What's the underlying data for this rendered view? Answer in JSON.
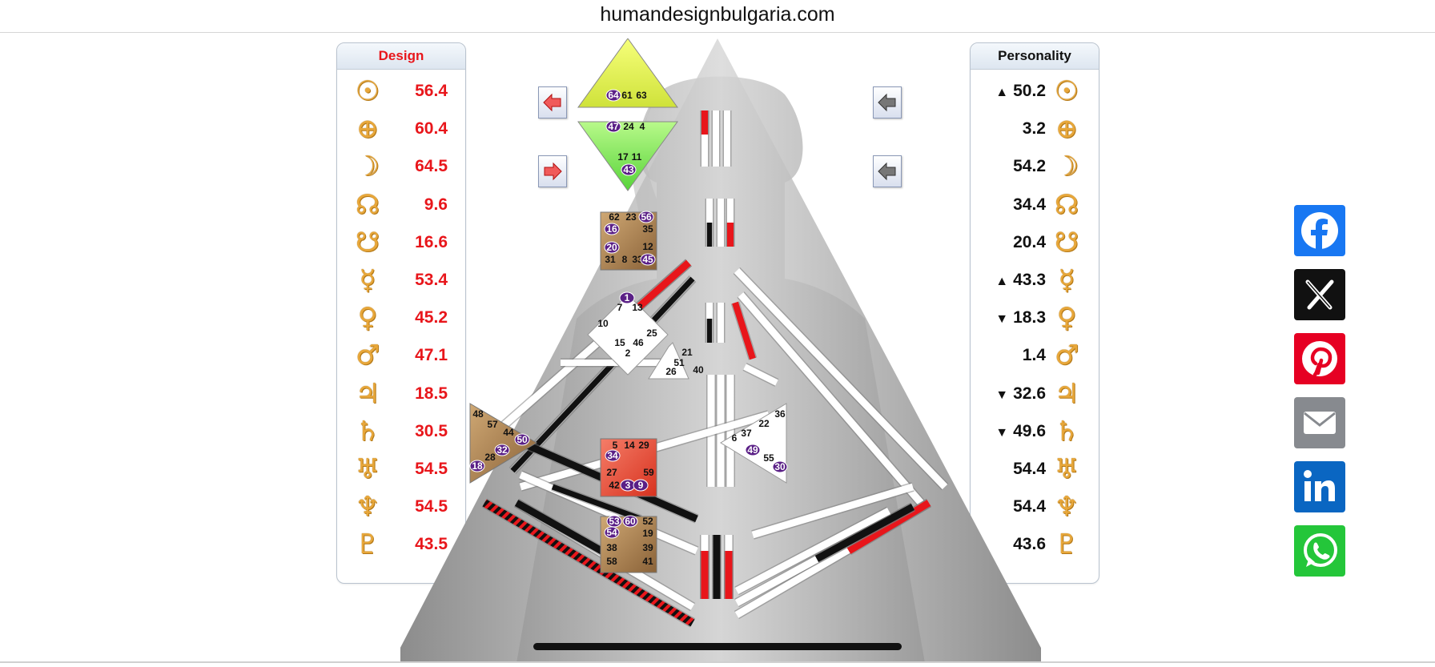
{
  "site": {
    "url": "humandesignbulgaria.com"
  },
  "design": {
    "title": "Design",
    "rows": [
      {
        "planet": "sun",
        "glyph": "☉",
        "value": "56.4"
      },
      {
        "planet": "earth",
        "glyph": "⊕",
        "value": "60.4"
      },
      {
        "planet": "moon",
        "glyph": "☽",
        "value": "64.5"
      },
      {
        "planet": "north-node",
        "glyph": "☊",
        "value": "9.6"
      },
      {
        "planet": "south-node",
        "glyph": "☋",
        "value": "16.6"
      },
      {
        "planet": "mercury",
        "glyph": "☿",
        "value": "53.4"
      },
      {
        "planet": "venus",
        "glyph": "♀",
        "value": "45.2"
      },
      {
        "planet": "mars",
        "glyph": "♂",
        "value": "47.1"
      },
      {
        "planet": "jupiter",
        "glyph": "♃",
        "value": "18.5"
      },
      {
        "planet": "saturn",
        "glyph": "♄",
        "value": "30.5"
      },
      {
        "planet": "uranus",
        "glyph": "♅",
        "value": "54.5"
      },
      {
        "planet": "neptune",
        "glyph": "♆",
        "value": "54.5"
      },
      {
        "planet": "pluto",
        "glyph": "♇",
        "value": "43.5"
      }
    ]
  },
  "personality": {
    "title": "Personality",
    "rows": [
      {
        "planet": "sun",
        "glyph": "☉",
        "value": "50.2",
        "mark": "▲"
      },
      {
        "planet": "earth",
        "glyph": "⊕",
        "value": "3.2",
        "mark": ""
      },
      {
        "planet": "moon",
        "glyph": "☽",
        "value": "54.2",
        "mark": ""
      },
      {
        "planet": "north-node",
        "glyph": "☊",
        "value": "34.4",
        "mark": ""
      },
      {
        "planet": "south-node",
        "glyph": "☋",
        "value": "20.4",
        "mark": ""
      },
      {
        "planet": "mercury",
        "glyph": "☿",
        "value": "43.3",
        "mark": "▲"
      },
      {
        "planet": "venus",
        "glyph": "♀",
        "value": "18.3",
        "mark": "▼"
      },
      {
        "planet": "mars",
        "glyph": "♂",
        "value": "1.4",
        "mark": ""
      },
      {
        "planet": "jupiter",
        "glyph": "♃",
        "value": "32.6",
        "mark": "▼"
      },
      {
        "planet": "saturn",
        "glyph": "♄",
        "value": "49.6",
        "mark": "▼"
      },
      {
        "planet": "uranus",
        "glyph": "♅",
        "value": "54.4",
        "mark": ""
      },
      {
        "planet": "neptune",
        "glyph": "♆",
        "value": "54.4",
        "mark": ""
      },
      {
        "planet": "pluto",
        "glyph": "♇",
        "value": "43.6",
        "mark": ""
      }
    ]
  },
  "bodygraph": {
    "colors": {
      "design": "#e8161b",
      "personality": "#111111",
      "white": "#ffffff",
      "badge": "#5a1f86"
    },
    "gates": {
      "head": [
        "64",
        "61",
        "63"
      ],
      "ajna": [
        "47",
        "24",
        "4",
        "17",
        "11",
        "43"
      ],
      "throat": [
        "62",
        "23",
        "56",
        "16",
        "35",
        "20",
        "12",
        "31",
        "8",
        "33",
        "45"
      ],
      "g": [
        "1",
        "7",
        "13",
        "10",
        "25",
        "15",
        "46",
        "2"
      ],
      "ego": [
        "21",
        "51",
        "26",
        "40"
      ],
      "spleen": [
        "48",
        "57",
        "44",
        "50",
        "32",
        "28",
        "18"
      ],
      "solar": [
        "36",
        "22",
        "6",
        "37",
        "49",
        "55",
        "30"
      ],
      "sacral": [
        "5",
        "14",
        "29",
        "34",
        "27",
        "59",
        "42",
        "3",
        "9"
      ],
      "root": [
        "53",
        "60",
        "52",
        "54",
        "19",
        "38",
        "39",
        "58",
        "41"
      ]
    }
  },
  "share": {
    "facebook": "facebook-icon",
    "x": "x-icon",
    "pinterest": "pinterest-icon",
    "email": "email-icon",
    "linkedin": "linkedin-icon",
    "whatsapp": "whatsapp-icon"
  }
}
